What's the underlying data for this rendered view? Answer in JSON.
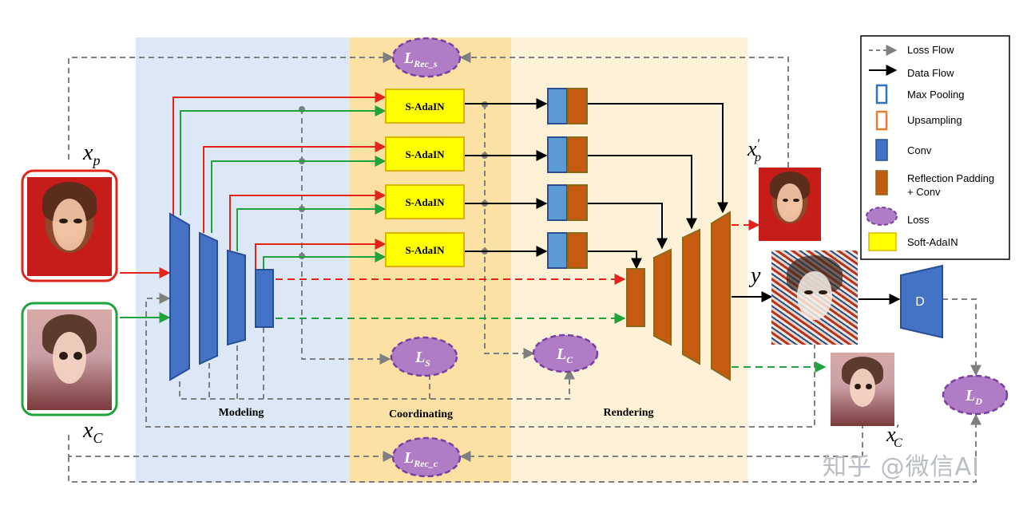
{
  "labels": {
    "xp": "x",
    "xp_sub": "p",
    "xc": "x",
    "xc_sub": "C",
    "xp_prime": "x",
    "xp_prime_sub": "p",
    "xc_prime": "x",
    "xc_prime_sub": "C",
    "y": "y",
    "prime": "′"
  },
  "stages": {
    "modeling": "Modeling",
    "coordinating": "Coordinating",
    "rendering": "Rendering"
  },
  "blocks": {
    "sadain": [
      "S-AdaIN",
      "S-AdaIN",
      "S-AdaIN",
      "S-AdaIN"
    ],
    "discriminator": "D"
  },
  "losses": {
    "rec_s": {
      "main": "L",
      "sub": "Rec_s"
    },
    "rec_c": {
      "main": "L",
      "sub": "Rec_c"
    },
    "ls": {
      "main": "L",
      "sub": "S"
    },
    "lc": {
      "main": "L",
      "sub": "C"
    },
    "ld": {
      "main": "L",
      "sub": "D"
    }
  },
  "legend": [
    {
      "label": "Loss Flow",
      "icon": "dashed-arrow-icon"
    },
    {
      "label": "Data Flow",
      "icon": "solid-arrow-icon"
    },
    {
      "label": "Max Pooling",
      "icon": "max-pooling-icon"
    },
    {
      "label": "Upsampling",
      "icon": "upsampling-icon"
    },
    {
      "label": "Conv",
      "icon": "conv-icon"
    },
    {
      "label": "Reflection Padding",
      "label2": "+ Conv",
      "icon": "reflection-padding-conv-icon"
    },
    {
      "label": "Loss",
      "icon": "loss-ellipse-icon"
    },
    {
      "label": "Soft-AdaIN",
      "icon": "soft-adain-icon"
    }
  ],
  "colors": {
    "modeling_bg": "#dce8f5",
    "coordinating_bg": "#fbe2a4",
    "rendering_bg": "#fdf1d7",
    "encoder_blue": "#4472c4",
    "decoder_brown": "#c55a11",
    "loss_purple": "#b07cc6",
    "adain_yellow": "#ffff00",
    "red_flow": "#e3241b",
    "green_flow": "#1fa33a",
    "gray_flow": "#7f7f7f"
  },
  "watermark": "知乎 @微信AI"
}
